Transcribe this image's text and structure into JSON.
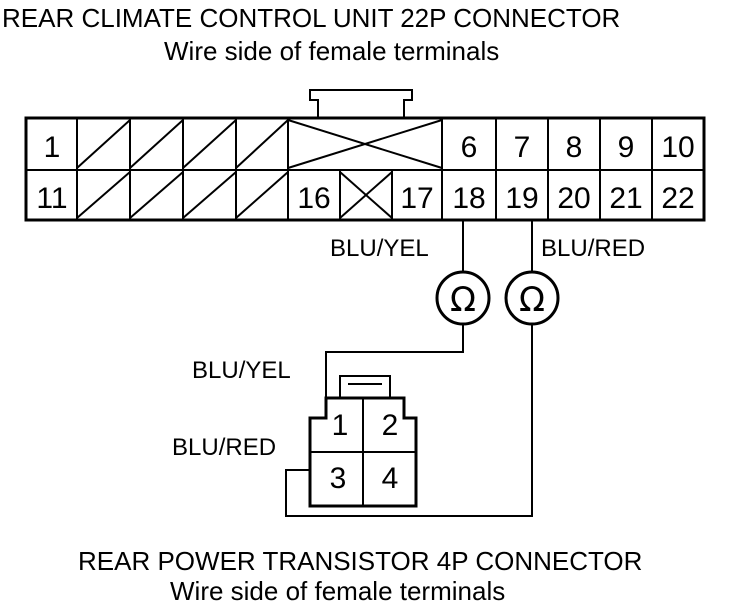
{
  "top_connector": {
    "title": "REAR CLIMATE CONTROL UNIT 22P CONNECTOR",
    "subtitle": "Wire side of female terminals",
    "pins": {
      "p1": "1",
      "p6": "6",
      "p7": "7",
      "p8": "8",
      "p9": "9",
      "p10": "10",
      "p11": "11",
      "p16": "16",
      "p17": "17",
      "p18": "18",
      "p19": "19",
      "p20": "20",
      "p21": "21",
      "p22": "22"
    }
  },
  "wires": {
    "w18_top": "BLU/YEL",
    "w19_top": "BLU/RED",
    "w_pin1": "BLU/YEL",
    "w_pin3": "BLU/RED"
  },
  "meters": {
    "symbol_left": "Ω",
    "symbol_right": "Ω"
  },
  "bottom_connector": {
    "title": "REAR POWER TRANSISTOR 4P CONNECTOR",
    "subtitle": "Wire side of female terminals",
    "pins": {
      "p1": "1",
      "p2": "2",
      "p3": "3",
      "p4": "4"
    }
  }
}
